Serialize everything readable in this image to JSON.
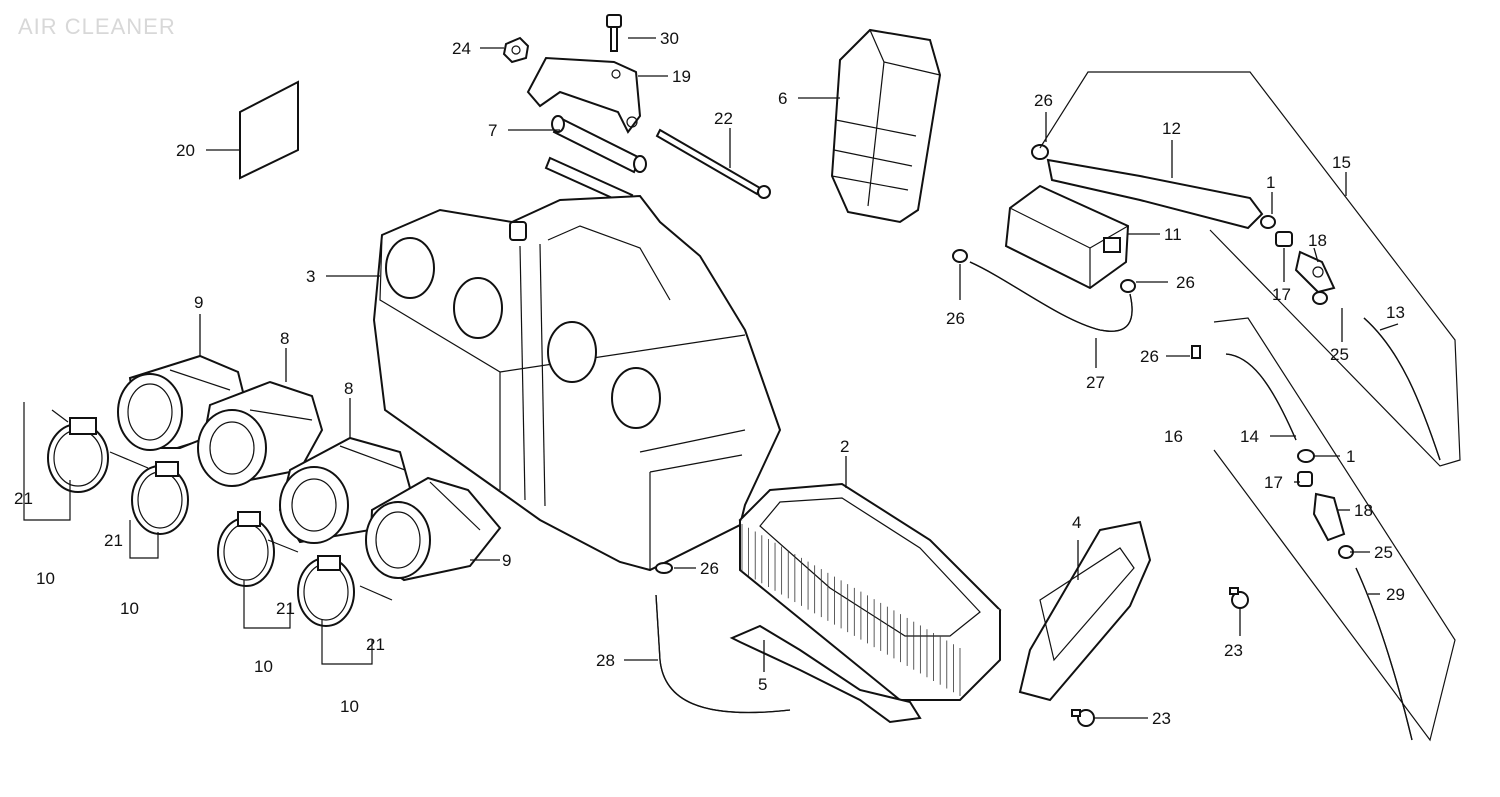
{
  "title": "AIR CLEANER",
  "callouts": {
    "c1a": "1",
    "c1b": "1",
    "c2": "2",
    "c3": "3",
    "c4": "4",
    "c5": "5",
    "c6": "6",
    "c7": "7",
    "c8a": "8",
    "c8b": "8",
    "c9a": "9",
    "c9b": "9",
    "c10a": "10",
    "c10b": "10",
    "c10c": "10",
    "c10d": "10",
    "c11": "11",
    "c12": "12",
    "c13": "13",
    "c14": "14",
    "c15": "15",
    "c16": "16",
    "c17a": "17",
    "c17b": "17",
    "c18a": "18",
    "c18b": "18",
    "c19": "19",
    "c20": "20",
    "c21a": "21",
    "c21b": "21",
    "c21c": "21",
    "c21d": "21",
    "c22": "22",
    "c23a": "23",
    "c23b": "23",
    "c24": "24",
    "c25a": "25",
    "c25b": "25",
    "c26a": "26",
    "c26b": "26",
    "c26c": "26",
    "c26d": "26",
    "c26e": "26",
    "c27": "27",
    "c28": "28",
    "c29": "29",
    "c30": "30"
  }
}
